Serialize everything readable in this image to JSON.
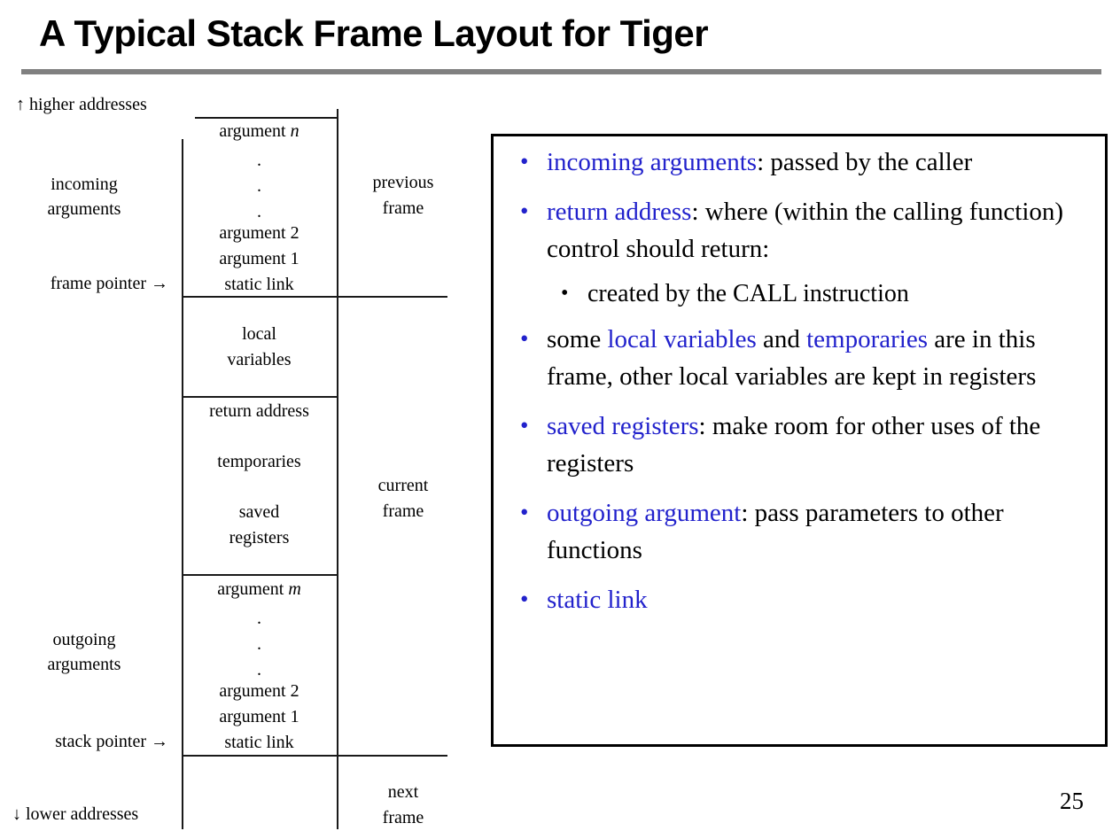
{
  "slide": {
    "title": "A Typical Stack Frame Layout for Tiger",
    "page_number": "25",
    "accent_color": "#2222CC",
    "rule_color": "#808080",
    "text_color": "#000000"
  },
  "diagram": {
    "axis_labels": {
      "higher": "↑ higher addresses",
      "lower": "↓ lower addresses"
    },
    "side_labels": [
      {
        "line1": "incoming",
        "line2": "arguments"
      },
      {
        "line1": "outgoing",
        "line2": "arguments"
      }
    ],
    "pointers": {
      "frame_pointer": "frame pointer →",
      "stack_pointer": "stack pointer →"
    },
    "frame_tags": [
      {
        "line1": "previous",
        "line2": "frame"
      },
      {
        "line1": "current",
        "line2": "frame"
      },
      {
        "line1": "next",
        "line2": "frame"
      }
    ],
    "cells": {
      "argument_n": "argument n",
      "argument_2_top": "argument 2",
      "argument_1_top": "argument 1",
      "static_link_top": "static link",
      "local_line1": "local",
      "local_line2": "variables",
      "return_address": "return address",
      "temporaries": "temporaries",
      "saved_line1": "saved",
      "saved_line2": "registers",
      "argument_m": "argument m",
      "argument_2_bottom": "argument 2",
      "argument_1_bottom": "argument 1",
      "static_link_bottom": "static link",
      "ellipsis_dot": "."
    }
  },
  "bullets": [
    {
      "id": "incoming-arguments",
      "segments": [
        {
          "text": "incoming arguments",
          "color": "blue"
        },
        {
          "text": ": passed by the caller",
          "color": "black"
        }
      ]
    },
    {
      "id": "return-address",
      "segments": [
        {
          "text": "return address",
          "color": "blue"
        },
        {
          "text": ": where (within the calling function) control should return:",
          "color": "black"
        }
      ]
    },
    {
      "id": "created-by-call",
      "sub": true,
      "segments": [
        {
          "text": "created by the CALL instruction",
          "color": "black"
        }
      ]
    },
    {
      "id": "local-variables-temporaries",
      "segments": [
        {
          "text": "some ",
          "color": "black"
        },
        {
          "text": "local variables",
          "color": "blue"
        },
        {
          "text": " and ",
          "color": "black"
        },
        {
          "text": "temporaries",
          "color": "blue"
        },
        {
          "text": " are in this frame, other local variables are kept in registers",
          "color": "black"
        }
      ]
    },
    {
      "id": "saved-registers",
      "segments": [
        {
          "text": "saved registers",
          "color": "blue"
        },
        {
          "text": ": make room for other uses of the registers",
          "color": "black"
        }
      ]
    },
    {
      "id": "outgoing-argument",
      "segments": [
        {
          "text": "outgoing argument",
          "color": "blue"
        },
        {
          "text": ": pass parameters to other functions",
          "color": "black"
        }
      ]
    },
    {
      "id": "static-link",
      "segments": [
        {
          "text": "static link",
          "color": "blue"
        }
      ]
    }
  ]
}
